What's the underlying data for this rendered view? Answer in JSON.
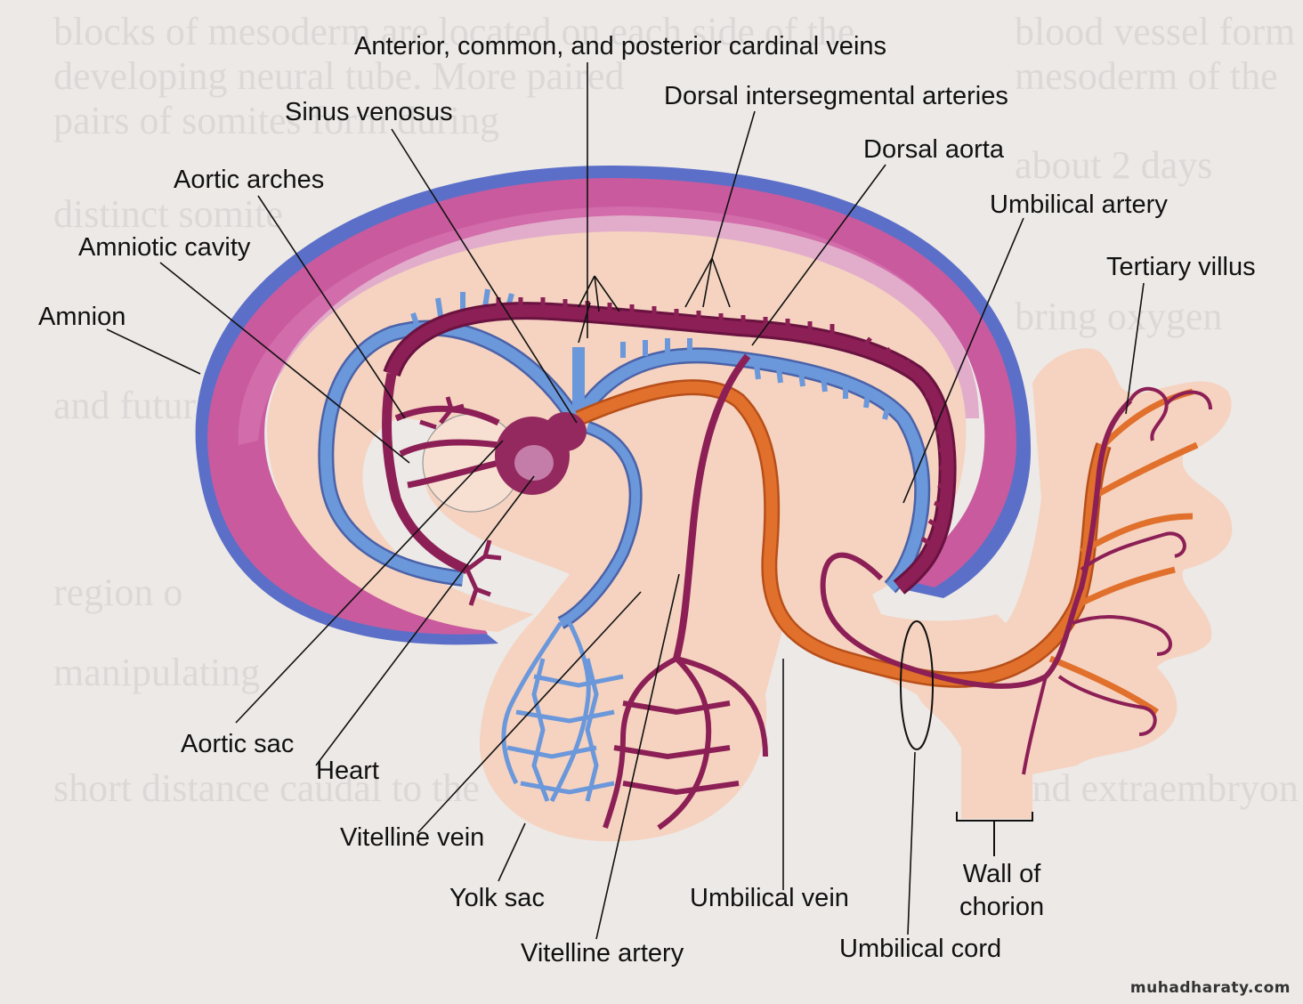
{
  "labels": {
    "cardinal_veins": "Anterior, common, and posterior cardinal veins",
    "dorsal_intersegmental": "Dorsal intersegmental arteries",
    "sinus_venosus": "Sinus venosus",
    "dorsal_aorta": "Dorsal aorta",
    "aortic_arches": "Aortic arches",
    "umbilical_artery": "Umbilical artery",
    "amniotic_cavity": "Amniotic cavity",
    "tertiary_villus": "Tertiary villus",
    "amnion": "Amnion",
    "aortic_sac": "Aortic sac",
    "heart": "Heart",
    "vitelline_vein": "Vitelline vein",
    "yolk_sac": "Yolk sac",
    "umbilical_vein": "Umbilical vein",
    "vitelline_artery": "Vitelline artery",
    "umbilical_cord": "Umbilical cord",
    "wall_of_chorion_line1": "Wall of",
    "wall_of_chorion_line2": "chorion"
  },
  "watermark": "muhadharaty.com",
  "colors": {
    "amnion_blue": "#5b6fc8",
    "amniotic_pink": "#c95a9e",
    "embryo_tissue": "#f5d3c0",
    "vein_blue": "#6b97db",
    "artery_maroon": "#8c1f55",
    "umbilical_orange": "#e0702c"
  }
}
